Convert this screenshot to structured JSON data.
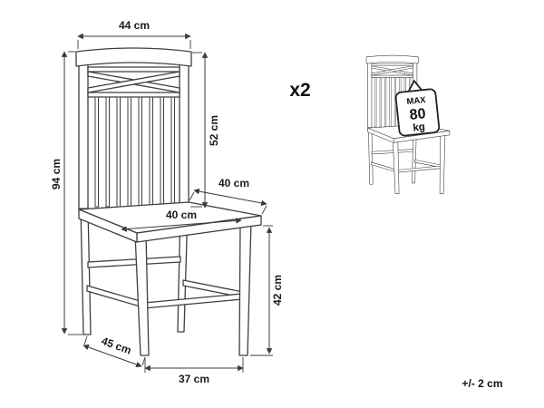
{
  "diagram": {
    "quantity": "x2",
    "tolerance": "+/- 2 cm",
    "badge": {
      "max": "MAX",
      "value": "80",
      "unit": "kg"
    },
    "dims": {
      "top_width": "44 cm",
      "total_height": "94 cm",
      "backrest_height": "52 cm",
      "seat_depth": "40 cm",
      "seat_width": "40 cm",
      "seat_height": "42 cm",
      "total_depth": "45 cm",
      "front_leg_span": "37 cm"
    },
    "colors": {
      "line": "#3a3a3a",
      "text": "#1b1b1b",
      "background": "#ffffff"
    }
  }
}
